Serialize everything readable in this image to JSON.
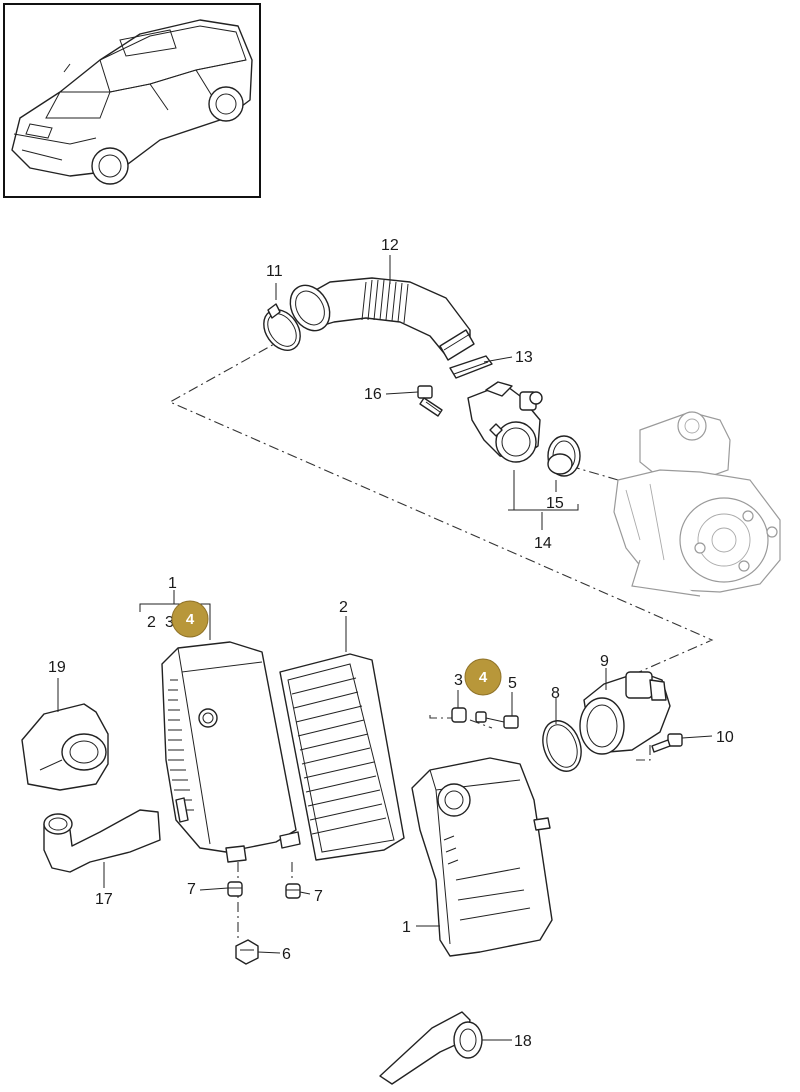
{
  "diagram": {
    "labels": {
      "l1a": "1",
      "l1b": "1",
      "l2a": "2",
      "l2b": "2",
      "l3a": "3",
      "l3b": "3",
      "l5": "5",
      "l6": "6",
      "l7a": "7",
      "l7b": "7",
      "l8": "8",
      "l9": "9",
      "l10": "10",
      "l11": "11",
      "l12": "12",
      "l13": "13",
      "l14": "14",
      "l15": "15",
      "l16": "16",
      "l17": "17",
      "l18": "18",
      "l19": "19"
    },
    "badges": {
      "b1": "4",
      "b2": "4"
    },
    "colors": {
      "badge": "#b8973a",
      "line": "#222222",
      "ghost": "#9a9a9a"
    }
  }
}
